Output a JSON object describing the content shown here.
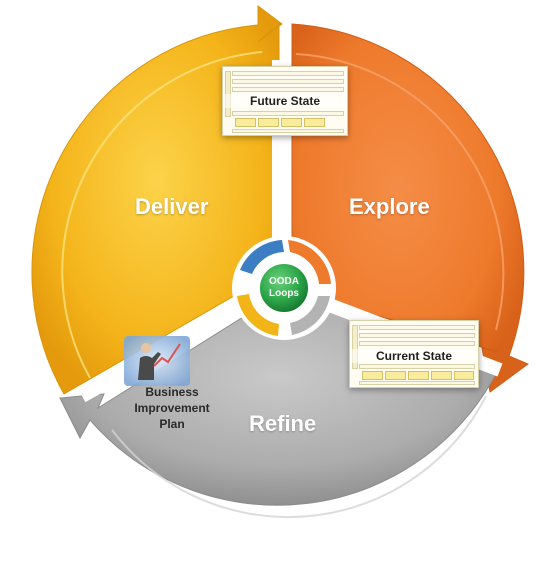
{
  "segments": {
    "deliver": "Deliver",
    "explore": "Explore",
    "refine": "Refine"
  },
  "hub": {
    "line1": "OODA",
    "line2": "Loops"
  },
  "future_state": {
    "title": "Future State"
  },
  "current_state": {
    "title": "Current State"
  },
  "plan": {
    "line1": "Business",
    "line2": "Improvement",
    "line3": "Plan"
  },
  "colors": {
    "deliver": "#f3b417",
    "explore": "#ee7a2c",
    "refine": "#a7a7a7",
    "hub_green": "#2ea84a",
    "ring_blue": "#3b7ec3"
  }
}
